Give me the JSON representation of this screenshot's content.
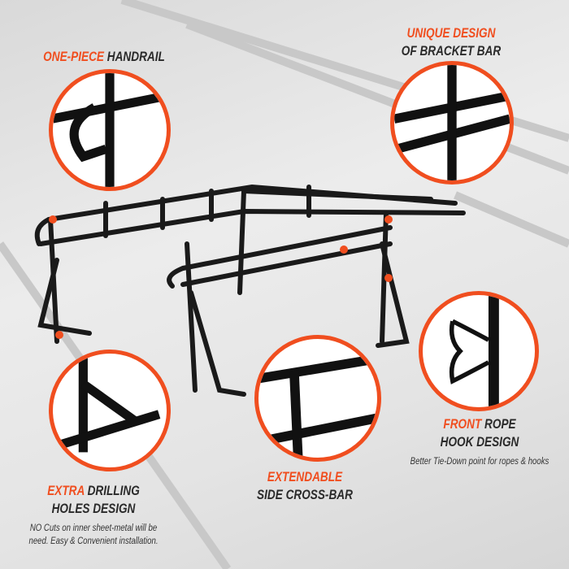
{
  "accent_color": "#f04e1f",
  "features": {
    "handrail": {
      "highlight": "ONE-PIECE",
      "rest": "HANDRAIL"
    },
    "bracket": {
      "line1": "UNIQUE DESIGN",
      "line2": "OF BRACKET BAR"
    },
    "drilling": {
      "highlight": "EXTRA",
      "rest": "DRILLING",
      "line2": "HOLES DESIGN",
      "note1": "NO Cuts on inner sheet-metal will be",
      "note2": "need. Easy & Convenient installation."
    },
    "crossbar": {
      "line1": "EXTENDABLE",
      "line2": "SIDE CROSS-BAR"
    },
    "hook": {
      "highlight": "FRONT",
      "rest": "ROPE",
      "line2": "HOOK DESIGN",
      "note": "Better Tie-Down point for ropes & hooks"
    }
  }
}
